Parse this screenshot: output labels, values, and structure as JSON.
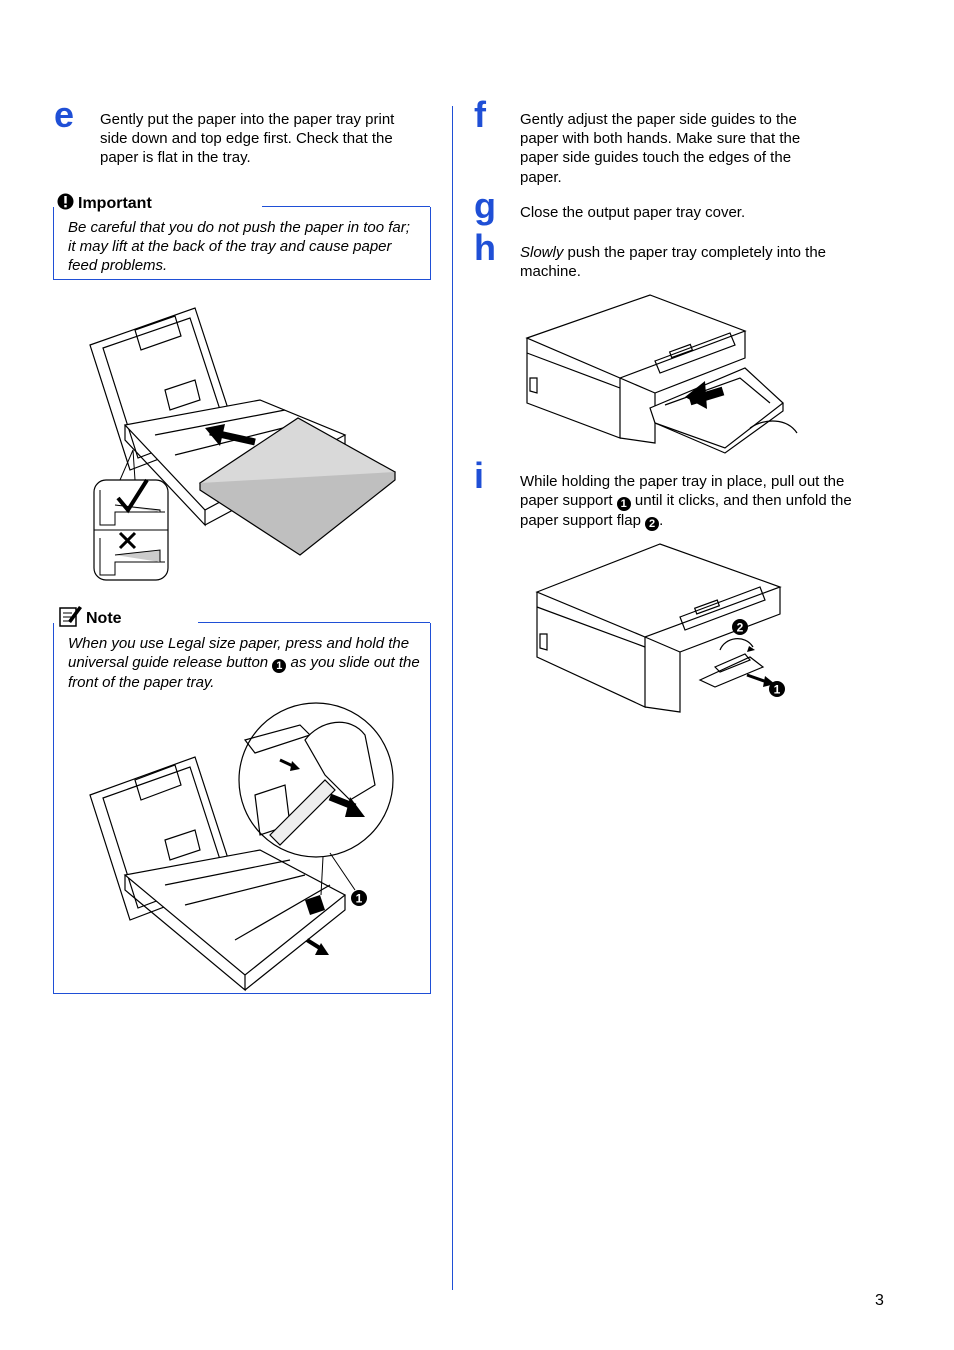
{
  "steps": {
    "e": {
      "letter": "e",
      "text": "Gently put the paper into the paper tray print side down and top edge first. Check that the paper is flat in the tray."
    },
    "f": {
      "letter": "f",
      "text": "Gently adjust the paper side guides to the paper with both hands. Make sure that the paper side guides touch the edges of the paper."
    },
    "g": {
      "letter": "g",
      "text": "Close the output paper tray cover."
    },
    "h": {
      "letter": "h",
      "emphasis": "Slowly",
      "text": " push the paper tray completely into the machine."
    },
    "i": {
      "letter": "i",
      "text_1": "While holding the paper tray in place, pull out the paper support ",
      "text_2": " until it clicks, and then unfold the paper support flap ",
      "text_3": "."
    }
  },
  "important": {
    "title": "Important",
    "body": "Be careful that you do not push the paper in too far; it may lift at the back of the tray and cause paper feed problems."
  },
  "note": {
    "title": "Note",
    "body_1": "When you use Legal size paper, press and hold the universal guide release button ",
    "body_2": " as you slide out the front of the paper tray."
  },
  "callouts": {
    "one": "1",
    "two": "2"
  },
  "icons": {
    "important": "exclamation-circle-icon",
    "note": "note-pencil-icon",
    "correct": "checkmark-icon",
    "wrong": "x-mark-icon",
    "push": "arrow-icon"
  },
  "colors": {
    "accent": "#1f4fd6",
    "paper": "#d9d9d9"
  },
  "page_number": "3"
}
